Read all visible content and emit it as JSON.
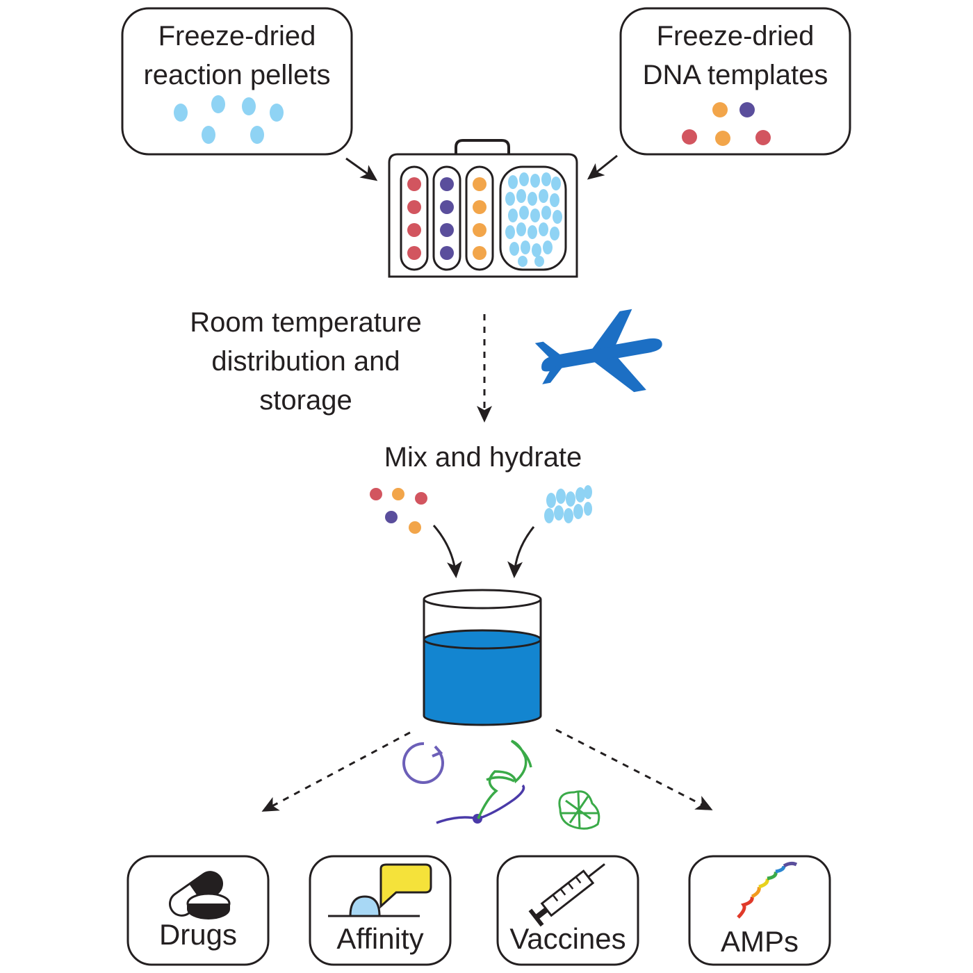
{
  "inputs": {
    "pellets": {
      "title_line1": "Freeze-dried",
      "title_line2": "reaction pellets"
    },
    "templates": {
      "title_line1": "Freeze-dried",
      "title_line2": "DNA templates"
    }
  },
  "steps": {
    "distribution": {
      "line1": "Room temperature",
      "line2": "distribution and",
      "line3": "storage"
    },
    "hydrate": {
      "label": "Mix and hydrate"
    }
  },
  "applications": [
    {
      "label": "Drugs",
      "icon": "pill-icon"
    },
    {
      "label": "Affinity",
      "icon": "binding-icon"
    },
    {
      "label": "Vaccines",
      "icon": "syringe-icon"
    },
    {
      "label": "AMPs",
      "icon": "helix-icon"
    }
  ],
  "colors": {
    "pellet_blue": "#8fd3f4",
    "dna_red": "#d2555f",
    "dna_purple": "#5a4e9c",
    "dna_orange": "#f2a54a",
    "water_blue": "#1385d0",
    "plane_blue": "#1c6fc4",
    "line": "#231f20"
  }
}
